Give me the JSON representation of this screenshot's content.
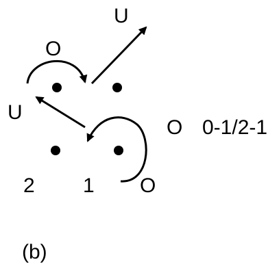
{
  "labels": {
    "u_top": "U",
    "u_left": "U",
    "o_top": "O",
    "o_right_upper": "O",
    "o_right_lower": "O",
    "site_2": "2",
    "site_1": "1",
    "sequence": "0-1/2-1",
    "panel": "(b)"
  },
  "colors": {
    "ink": "#000000",
    "background": "#ffffff"
  }
}
